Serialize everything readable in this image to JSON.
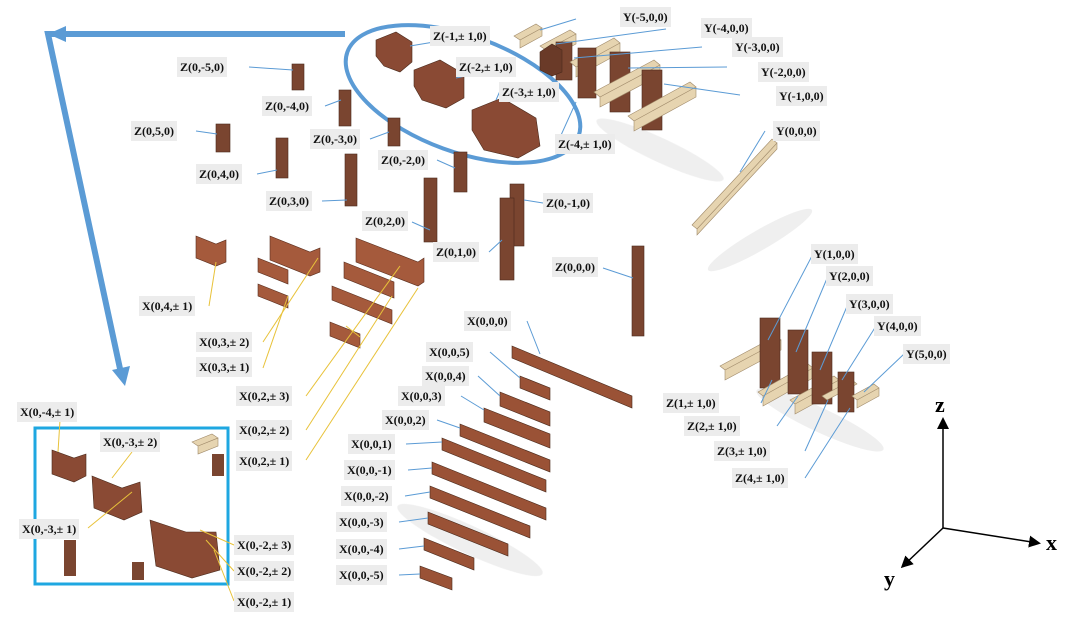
{
  "labels": {
    "y_m5": "Y(-5,0,0)",
    "y_m4": "Y(-4,0,0)",
    "y_m3": "Y(-3,0,0)",
    "y_m2": "Y(-2,0,0)",
    "y_m1": "Y(-1,0,0)",
    "y_0": "Y(0,0,0)",
    "z_m1pm": "Z(-1,± 1,0)",
    "z_m2pm": "Z(-2,± 1,0)",
    "z_m3pm": "Z(-3,± 1,0)",
    "z_m4pm": "Z(-4,± 1,0)",
    "z_0m5": "Z(0,-5,0)",
    "z_0m4": "Z(0,-4,0)",
    "z_05": "Z(0,5,0)",
    "z_0m3": "Z(0,-3,0)",
    "z_04": "Z(0,4,0)",
    "z_0m2": "Z(0,-2,0)",
    "z_03": "Z(0,3,0)",
    "z_0m1": "Z(0,-1,0)",
    "z_02": "Z(0,2,0)",
    "z_01": "Z(0,1,0)",
    "z_00": "Z(0,0,0)",
    "x_04pm1": "X(0,4,± 1)",
    "x_03pm2": "X(0,3,± 2)",
    "x_03pm1": "X(0,3,± 1)",
    "x_02pm3": "X(0,2,± 3)",
    "x_02pm2": "X(0,2,± 2)",
    "x_02pm1": "X(0,2,± 1)",
    "x_000": "X(0,0,0)",
    "x_005": "X(0,0,5)",
    "x_004": "X(0,0,4)",
    "x_003": "X(0,0,3)",
    "x_002": "X(0,0,2)",
    "x_001": "X(0,0,1)",
    "x_00m1": "X(0,0,-1)",
    "x_00m2": "X(0,0,-2)",
    "x_00m3": "X(0,0,-3)",
    "x_00m4": "X(0,0,-4)",
    "x_00m5": "X(0,0,-5)",
    "y_1": "Y(1,0,0)",
    "y_2": "Y(2,0,0)",
    "y_3": "Y(3,0,0)",
    "y_4": "Y(4,0,0)",
    "y_5": "Y(5,0,0)",
    "z_1pm": "Z(1,± 1,0)",
    "z_2pm": "Z(2,± 1,0)",
    "z_3pm": "Z(3,± 1,0)",
    "z_4pm": "Z(4,± 1,0)",
    "x_0m4pm1": "X(0,-4,± 1)",
    "x_0m3pm2": "X(0,-3,± 2)",
    "x_0m3pm1": "X(0,-3,± 1)",
    "x_0m2pm3": "X(0,-2,± 3)",
    "x_0m2pm2": "X(0,-2,± 2)",
    "x_0m2pm1": "X(0,-2,± 1)"
  },
  "axes": {
    "z": "z",
    "x": "x",
    "y": "y"
  },
  "colors": {
    "dark_wood": "#7a4530",
    "light_wood": "#e6d4b0",
    "highlight_blue": "#5b9bd5",
    "box_blue": "#1ea7e1",
    "leader_blue": "#5b9bd5",
    "leader_yellow": "#e8c23a"
  }
}
